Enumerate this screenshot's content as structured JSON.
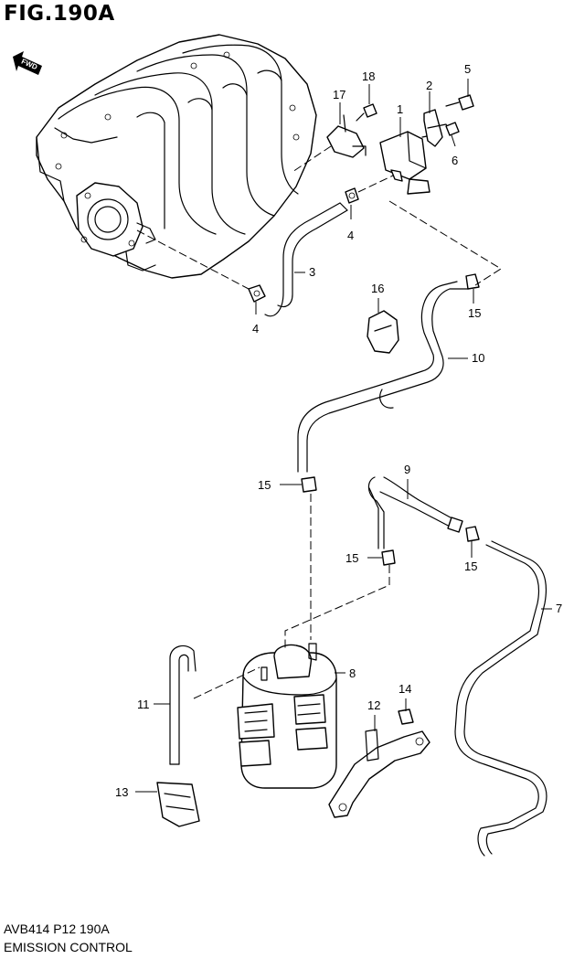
{
  "figure": {
    "title": "FIG.190A",
    "code": "AVB414 P12 190A",
    "caption": "EMISSION CONTROL",
    "fwd_label": "FWD"
  },
  "callouts": [
    {
      "id": "c1",
      "text": "1"
    },
    {
      "id": "c2",
      "text": "2"
    },
    {
      "id": "c3",
      "text": "3"
    },
    {
      "id": "c4a",
      "text": "4"
    },
    {
      "id": "c4b",
      "text": "4"
    },
    {
      "id": "c5",
      "text": "5"
    },
    {
      "id": "c6",
      "text": "6"
    },
    {
      "id": "c7",
      "text": "7"
    },
    {
      "id": "c8",
      "text": "8"
    },
    {
      "id": "c9",
      "text": "9"
    },
    {
      "id": "c10",
      "text": "10"
    },
    {
      "id": "c11",
      "text": "11"
    },
    {
      "id": "c12",
      "text": "12"
    },
    {
      "id": "c13",
      "text": "13"
    },
    {
      "id": "c14",
      "text": "14"
    },
    {
      "id": "c15a",
      "text": "15"
    },
    {
      "id": "c15b",
      "text": "15"
    },
    {
      "id": "c15c",
      "text": "15"
    },
    {
      "id": "c15d",
      "text": "15"
    },
    {
      "id": "c16",
      "text": "16"
    },
    {
      "id": "c17",
      "text": "17"
    },
    {
      "id": "c18",
      "text": "18"
    }
  ]
}
